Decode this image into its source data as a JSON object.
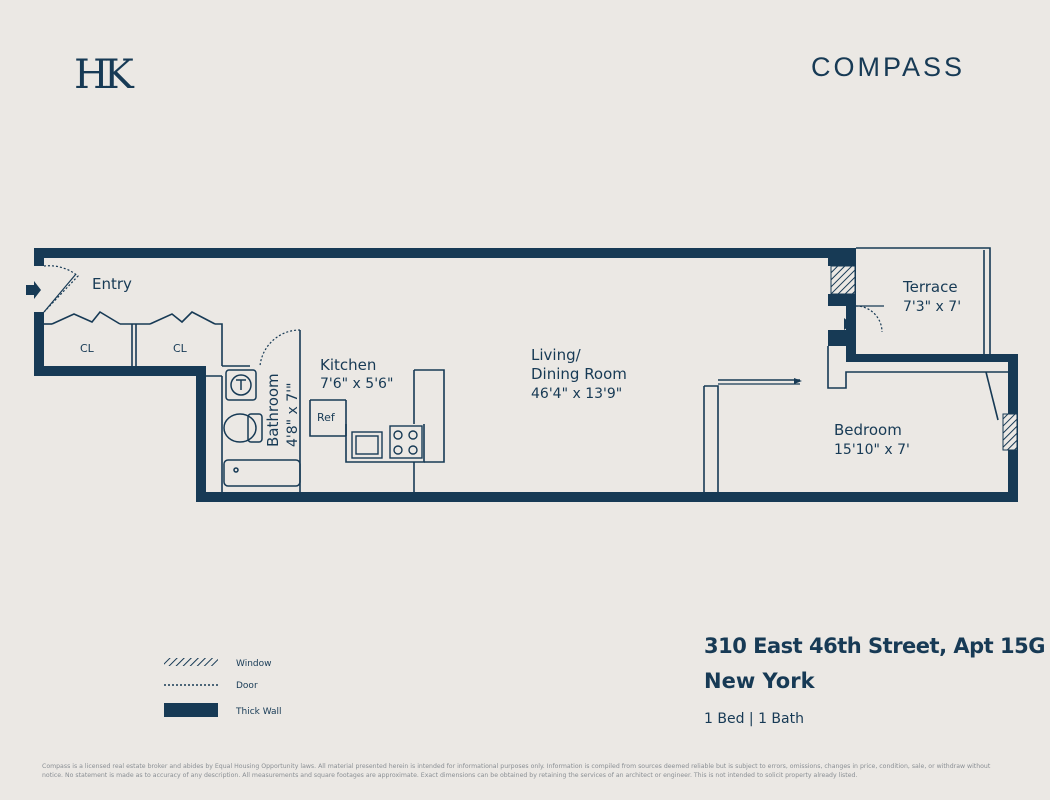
{
  "branding": {
    "left_logo": "HK",
    "right_logo": "COMPASS"
  },
  "rooms": {
    "entry": {
      "name": "Entry"
    },
    "closet_1": {
      "name": "CL"
    },
    "closet_2": {
      "name": "CL"
    },
    "kitchen": {
      "name": "Kitchen",
      "dims": "7'6\" x 5'6\""
    },
    "refrigerator": {
      "name": "Ref"
    },
    "bathroom": {
      "name": "Bathroom",
      "dims": "4'8\" x 7'\""
    },
    "living": {
      "name_line1": "Living/",
      "name_line2": "Dining Room",
      "dims": "46'4\" x 13'9\""
    },
    "terrace": {
      "name": "Terrace",
      "dims": "7'3\" x 7'"
    },
    "bedroom": {
      "name": "Bedroom",
      "dims": "15'10\" x 7'"
    }
  },
  "legend": {
    "window": "Window",
    "door": "Door",
    "thick_wall": "Thick Wall"
  },
  "listing": {
    "address": "310 East 46th Street, Apt 15G",
    "city": "New York",
    "summary": "1 Bed | 1 Bath"
  },
  "disclaimer": "Compass is a licensed real estate broker and abides by Equal Housing Opportunity laws. All material presented herein is intended for informational purposes only. Information is compiled from sources deemed reliable but is subject to errors, omissions, changes in price, condition, sale, or withdraw without notice. No statement is made as to accuracy of any description. All measurements and square footages are approximate. Exact dimensions can be obtained by retaining the services of an architect or engineer. This is not intended to solicit property already listed.",
  "colors": {
    "background": "#ebe8e4",
    "navy": "#173a55"
  }
}
